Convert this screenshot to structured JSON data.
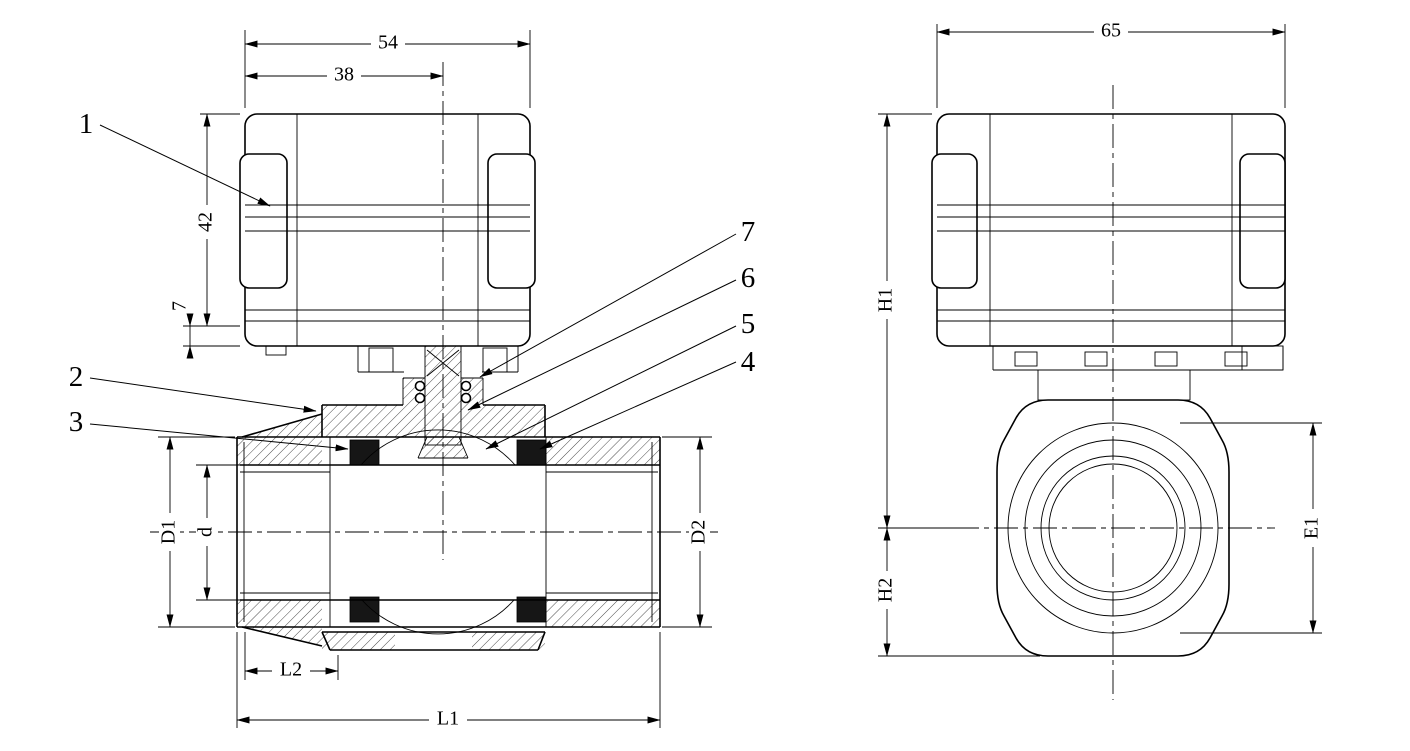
{
  "page": {
    "background": "#ffffff",
    "line_color": "#000000",
    "description": "Two-view engineering drawing of a motorized ball valve"
  },
  "side_view": {
    "dims": {
      "top_width": "54",
      "inner_width": "38",
      "actuator_height": "42",
      "base_offset": "7",
      "outer_diameter_left": "D1",
      "bore_diameter": "d",
      "outer_diameter_right": "D2",
      "port_length": "L2",
      "total_length": "L1"
    },
    "callouts": {
      "c1": "1",
      "c2": "2",
      "c3": "3",
      "c4": "4",
      "c5": "5",
      "c6": "6",
      "c7": "7"
    }
  },
  "front_view": {
    "dims": {
      "top_width": "65",
      "upper_height": "H1",
      "lower_height": "H2",
      "body_diameter": "E1"
    }
  }
}
